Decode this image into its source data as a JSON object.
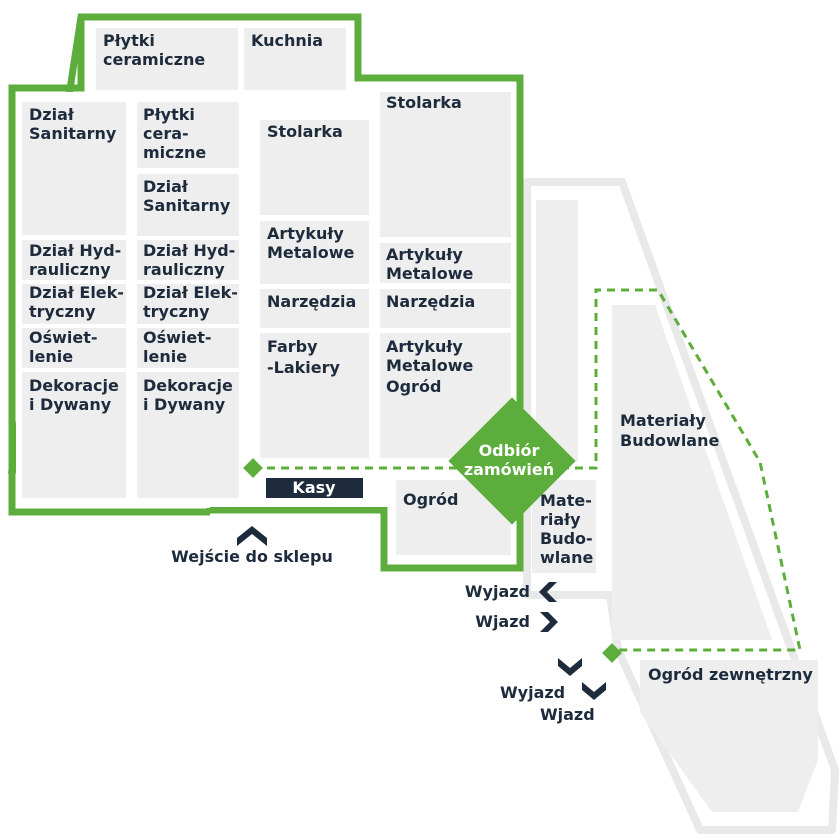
{
  "colors": {
    "accent_green": "#5cad3b",
    "department_fill": "#eeeeee",
    "label_navy": "#1d2b3c",
    "outdoor_outline": "#e9e9e9",
    "background": "#ffffff"
  },
  "store": {
    "departments": [
      {
        "id": "plytki-ceramiczne-top",
        "lines": [
          "Płytki",
          "ceramiczne"
        ]
      },
      {
        "id": "kuchnia",
        "lines": [
          "Kuchnia"
        ]
      },
      {
        "id": "dzial-sanitarny-1",
        "lines": [
          "Dział",
          "Sanitarny"
        ]
      },
      {
        "id": "plytki-ceramiczne-2",
        "lines": [
          "Płytki",
          "cera-",
          "miczne"
        ]
      },
      {
        "id": "stolarka-1",
        "lines": [
          "Stolarka"
        ]
      },
      {
        "id": "stolarka-2",
        "lines": [
          "Stolarka"
        ]
      },
      {
        "id": "dzial-sanitarny-2",
        "lines": [
          "Dział",
          "Sanitarny"
        ]
      },
      {
        "id": "artykuly-metalowe-1",
        "lines": [
          "Artykuły",
          "Metalowe"
        ]
      },
      {
        "id": "dzial-hydrauliczny-1",
        "lines": [
          "Dział Hyd-",
          "rauliczny"
        ]
      },
      {
        "id": "dzial-hydrauliczny-2",
        "lines": [
          "Dział Hyd-",
          "rauliczny"
        ]
      },
      {
        "id": "artykuly-metalowe-2",
        "lines": [
          "Artykuły",
          "Metalowe"
        ]
      },
      {
        "id": "dzial-elektryczny-1",
        "lines": [
          "Dział Elek-",
          "tryczny"
        ]
      },
      {
        "id": "dzial-elektryczny-2",
        "lines": [
          "Dział Elek-",
          "tryczny"
        ]
      },
      {
        "id": "narzedzia-1",
        "lines": [
          "Narzędzia"
        ]
      },
      {
        "id": "narzedzia-2",
        "lines": [
          "Narzędzia"
        ]
      },
      {
        "id": "oswietlenie-1",
        "lines": [
          "Oświet-",
          "lenie"
        ]
      },
      {
        "id": "oswietlenie-2",
        "lines": [
          "Oświet-",
          "lenie"
        ]
      },
      {
        "id": "farby-lakiery",
        "lines": [
          "Farby",
          "-Lakiery"
        ]
      },
      {
        "id": "artykuly-metalowe-ogrod",
        "lines": [
          "Artykuły",
          "Metalowe",
          "Ogród"
        ]
      },
      {
        "id": "dekoracje-1",
        "lines": [
          "Dekoracje",
          "i Dywany"
        ]
      },
      {
        "id": "dekoracje-2",
        "lines": [
          "Dekoracje",
          "i Dywany"
        ]
      },
      {
        "id": "ogrod",
        "lines": [
          "Ogród"
        ]
      },
      {
        "id": "materialy-budowlane-small",
        "lines": [
          "Mate-",
          "riały",
          "Budo-",
          "wlane"
        ]
      }
    ],
    "cashier_label": "Kasy",
    "entrance_label": "Wejście do sklepu",
    "pickup_label_lines": [
      "Odbiór",
      "zamówień"
    ]
  },
  "outdoor": {
    "materialy_budowlane_lines": [
      "Materiały",
      "Budowlane"
    ],
    "ogrod_zewnetrzny_label": "Ogród zewnętrzny",
    "exit_label_1": "Wyjazd",
    "entry_label_1": "Wjazd",
    "exit_label_2": "Wyjazd",
    "entry_label_2": "Wjazd"
  }
}
